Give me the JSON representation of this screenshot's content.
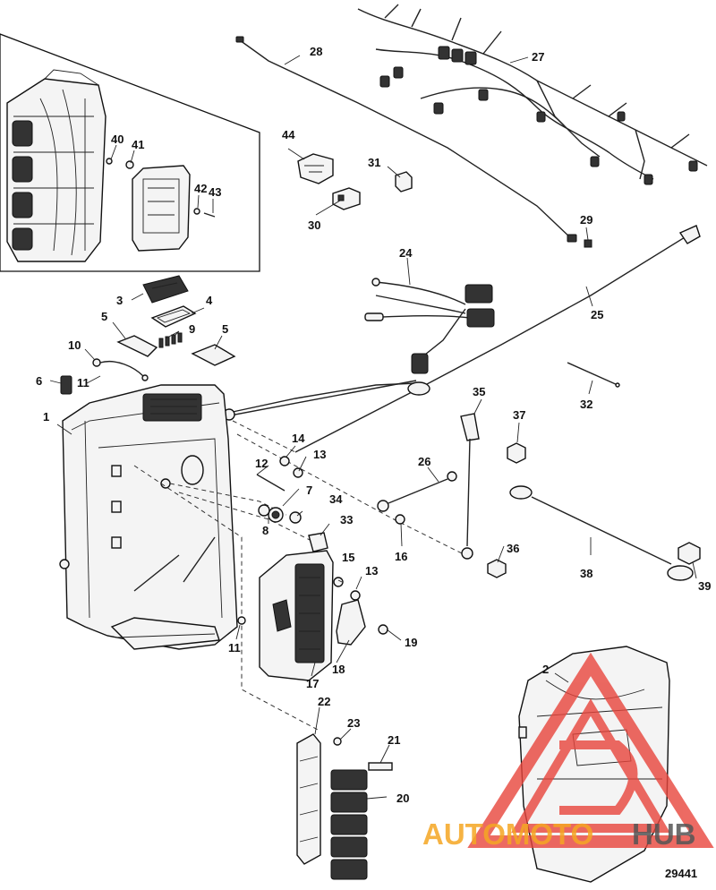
{
  "figure_number": "29441",
  "callouts": {
    "p1": "1",
    "p2": "2",
    "p3": "3",
    "p4": "4",
    "p5a": "5",
    "p5b": "5",
    "p6": "6",
    "p7": "7",
    "p8": "8",
    "p9": "9",
    "p10": "10",
    "p11a": "11",
    "p11b": "11",
    "p12": "12",
    "p13a": "13",
    "p13b": "13",
    "p14": "14",
    "p15": "15",
    "p16": "16",
    "p17": "17",
    "p18": "18",
    "p19": "19",
    "p20": "20",
    "p21": "21",
    "p22": "22",
    "p23": "23",
    "p24": "24",
    "p25": "25",
    "p26": "26",
    "p27": "27",
    "p28": "28",
    "p29": "29",
    "p30": "30",
    "p31": "31",
    "p32": "32",
    "p33": "33",
    "p34": "34",
    "p35": "35",
    "p36": "36",
    "p37": "37",
    "p38": "38",
    "p39": "39",
    "p40": "40",
    "p41": "41",
    "p42": "42",
    "p43": "43",
    "p44": "44"
  },
  "watermark": {
    "brand_part1": "AUTOMOTO",
    "brand_part2": "HUB",
    "color_red": "#e8453c",
    "color_orange": "#f5a623",
    "color_gray": "#555555"
  }
}
